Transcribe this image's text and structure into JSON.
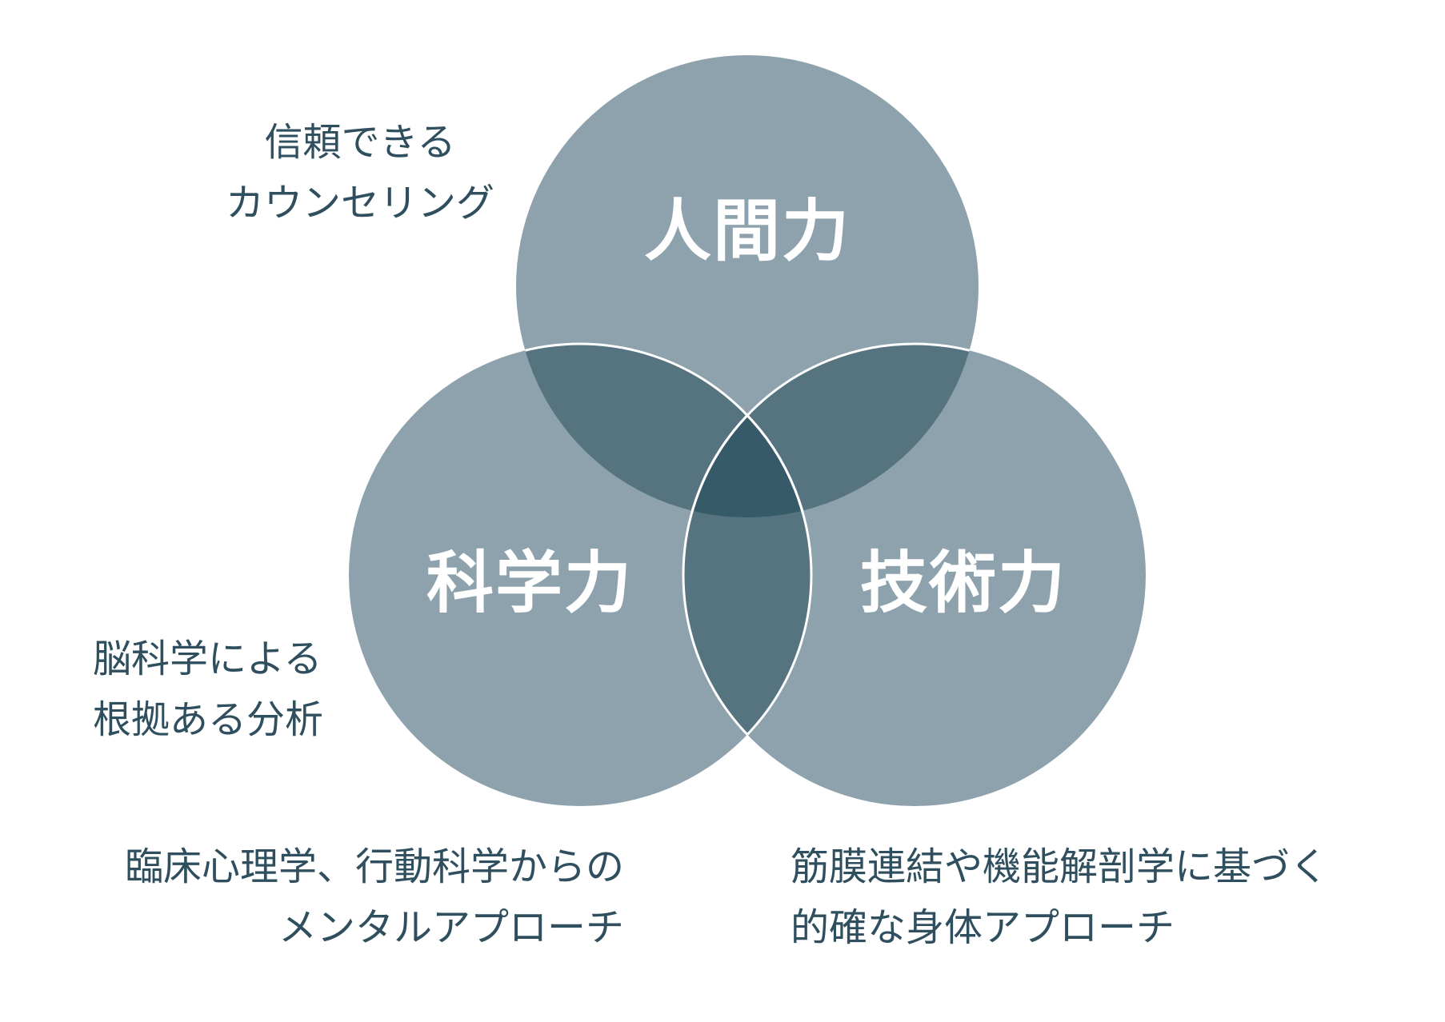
{
  "colors": {
    "circle_fill": "#8ea2ad",
    "double_overlap": "#557480",
    "triple_overlap": "#375a69",
    "outline": "#ffffff",
    "text": "#2f4f5e"
  },
  "circles": [
    {
      "id": "human",
      "label": "人間力"
    },
    {
      "id": "science",
      "label": "科学力"
    },
    {
      "id": "technique",
      "label": "技術力"
    }
  ],
  "captions": {
    "counseling": {
      "lines": [
        "信頼できる",
        "カウンセリング"
      ]
    },
    "brain": {
      "lines": [
        "脳科学による",
        "根拠ある分析"
      ]
    },
    "mental": {
      "lines": [
        "臨床心理学、行動科学からの",
        "メンタルアプローチ"
      ]
    },
    "physical": {
      "lines": [
        "筋膜連結や機能解剖学に基づく",
        "的確な身体アプローチ"
      ]
    }
  }
}
